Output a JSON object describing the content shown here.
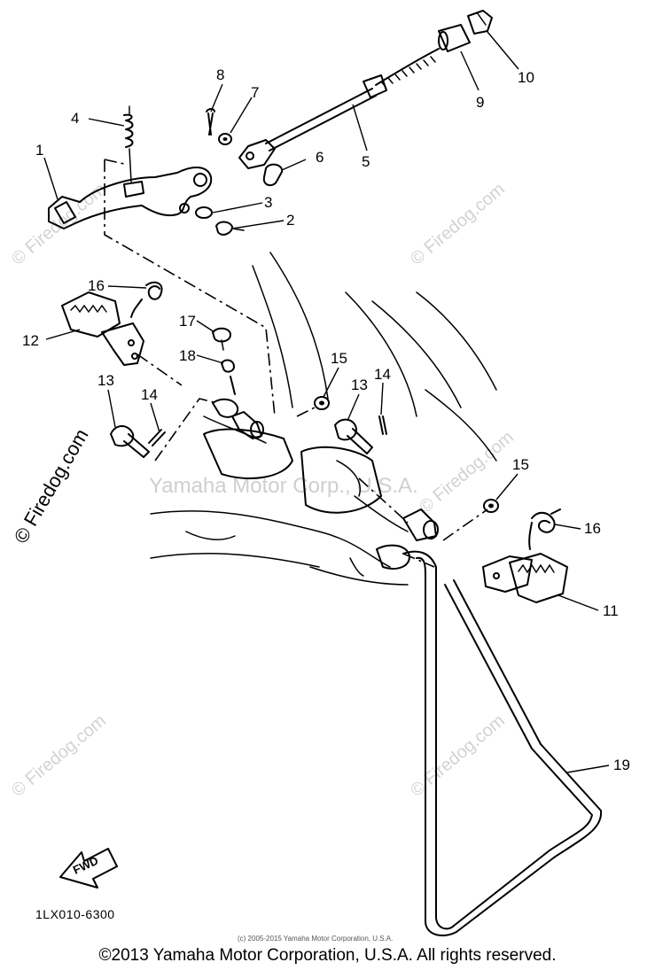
{
  "callouts": [
    "1",
    "2",
    "3",
    "4",
    "5",
    "6",
    "7",
    "8",
    "9",
    "10",
    "11",
    "12",
    "13",
    "14",
    "15",
    "16",
    "17",
    "18",
    "19"
  ],
  "callouts_repeat": {
    "13b": "13",
    "14b": "14",
    "15b": "15",
    "16b": "16"
  },
  "fwd_label": "FWD",
  "diagram_code": "1LX010-6300",
  "center_watermark": "Yamaha Motor Corp., U.S.A.",
  "watermark": "© Firedog.com",
  "side_watermark": "© Firedog.com",
  "small_copyright": "(c) 2005-2015 Yamaha Motor Corporation, U.S.A.",
  "footer_copyright": "©2013 Yamaha Motor Corporation, U.S.A. All rights reserved."
}
